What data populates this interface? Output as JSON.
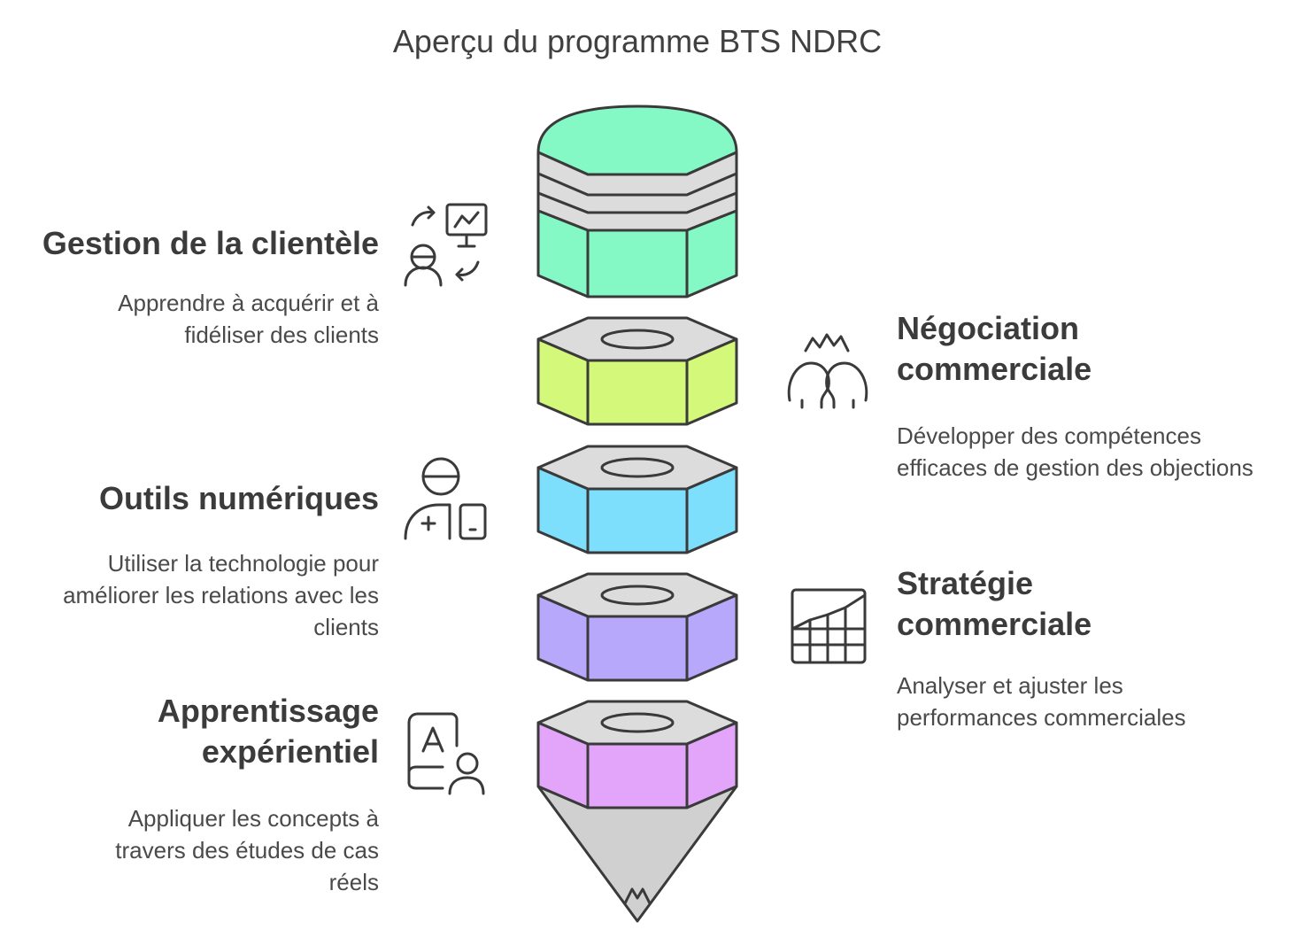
{
  "title": "Aperçu du programme BTS NDRC",
  "colors": {
    "green": "#84f9c5",
    "lime": "#d4f97a",
    "blue": "#7ddffc",
    "purple": "#b7a8fc",
    "pink": "#e3a5f9",
    "grey": "#dcdcdc",
    "stroke": "#3a3a3a"
  },
  "sections": [
    {
      "heading": "Gestion de la clientèle",
      "description": "Apprendre à acquérir et à fidéliser des clients",
      "icon": "customer-presentation-icon",
      "side": "left"
    },
    {
      "heading": "Négociation commerciale",
      "description": "Développer des compétences efficaces de gestion des objections",
      "icon": "negotiation-heads-icon",
      "side": "right"
    },
    {
      "heading": "Outils numériques",
      "description": "Utiliser la technologie pour améliorer les relations avec les clients",
      "icon": "person-device-icon",
      "side": "left"
    },
    {
      "heading": "Stratégie commerciale",
      "description": "Analyser et ajuster les performances commerciales",
      "icon": "growth-chart-icon",
      "side": "right"
    },
    {
      "heading": "Apprentissage expérientiel",
      "description": "Appliquer les concepts à travers des études de cas réels",
      "icon": "learning-book-icon",
      "side": "left"
    }
  ]
}
